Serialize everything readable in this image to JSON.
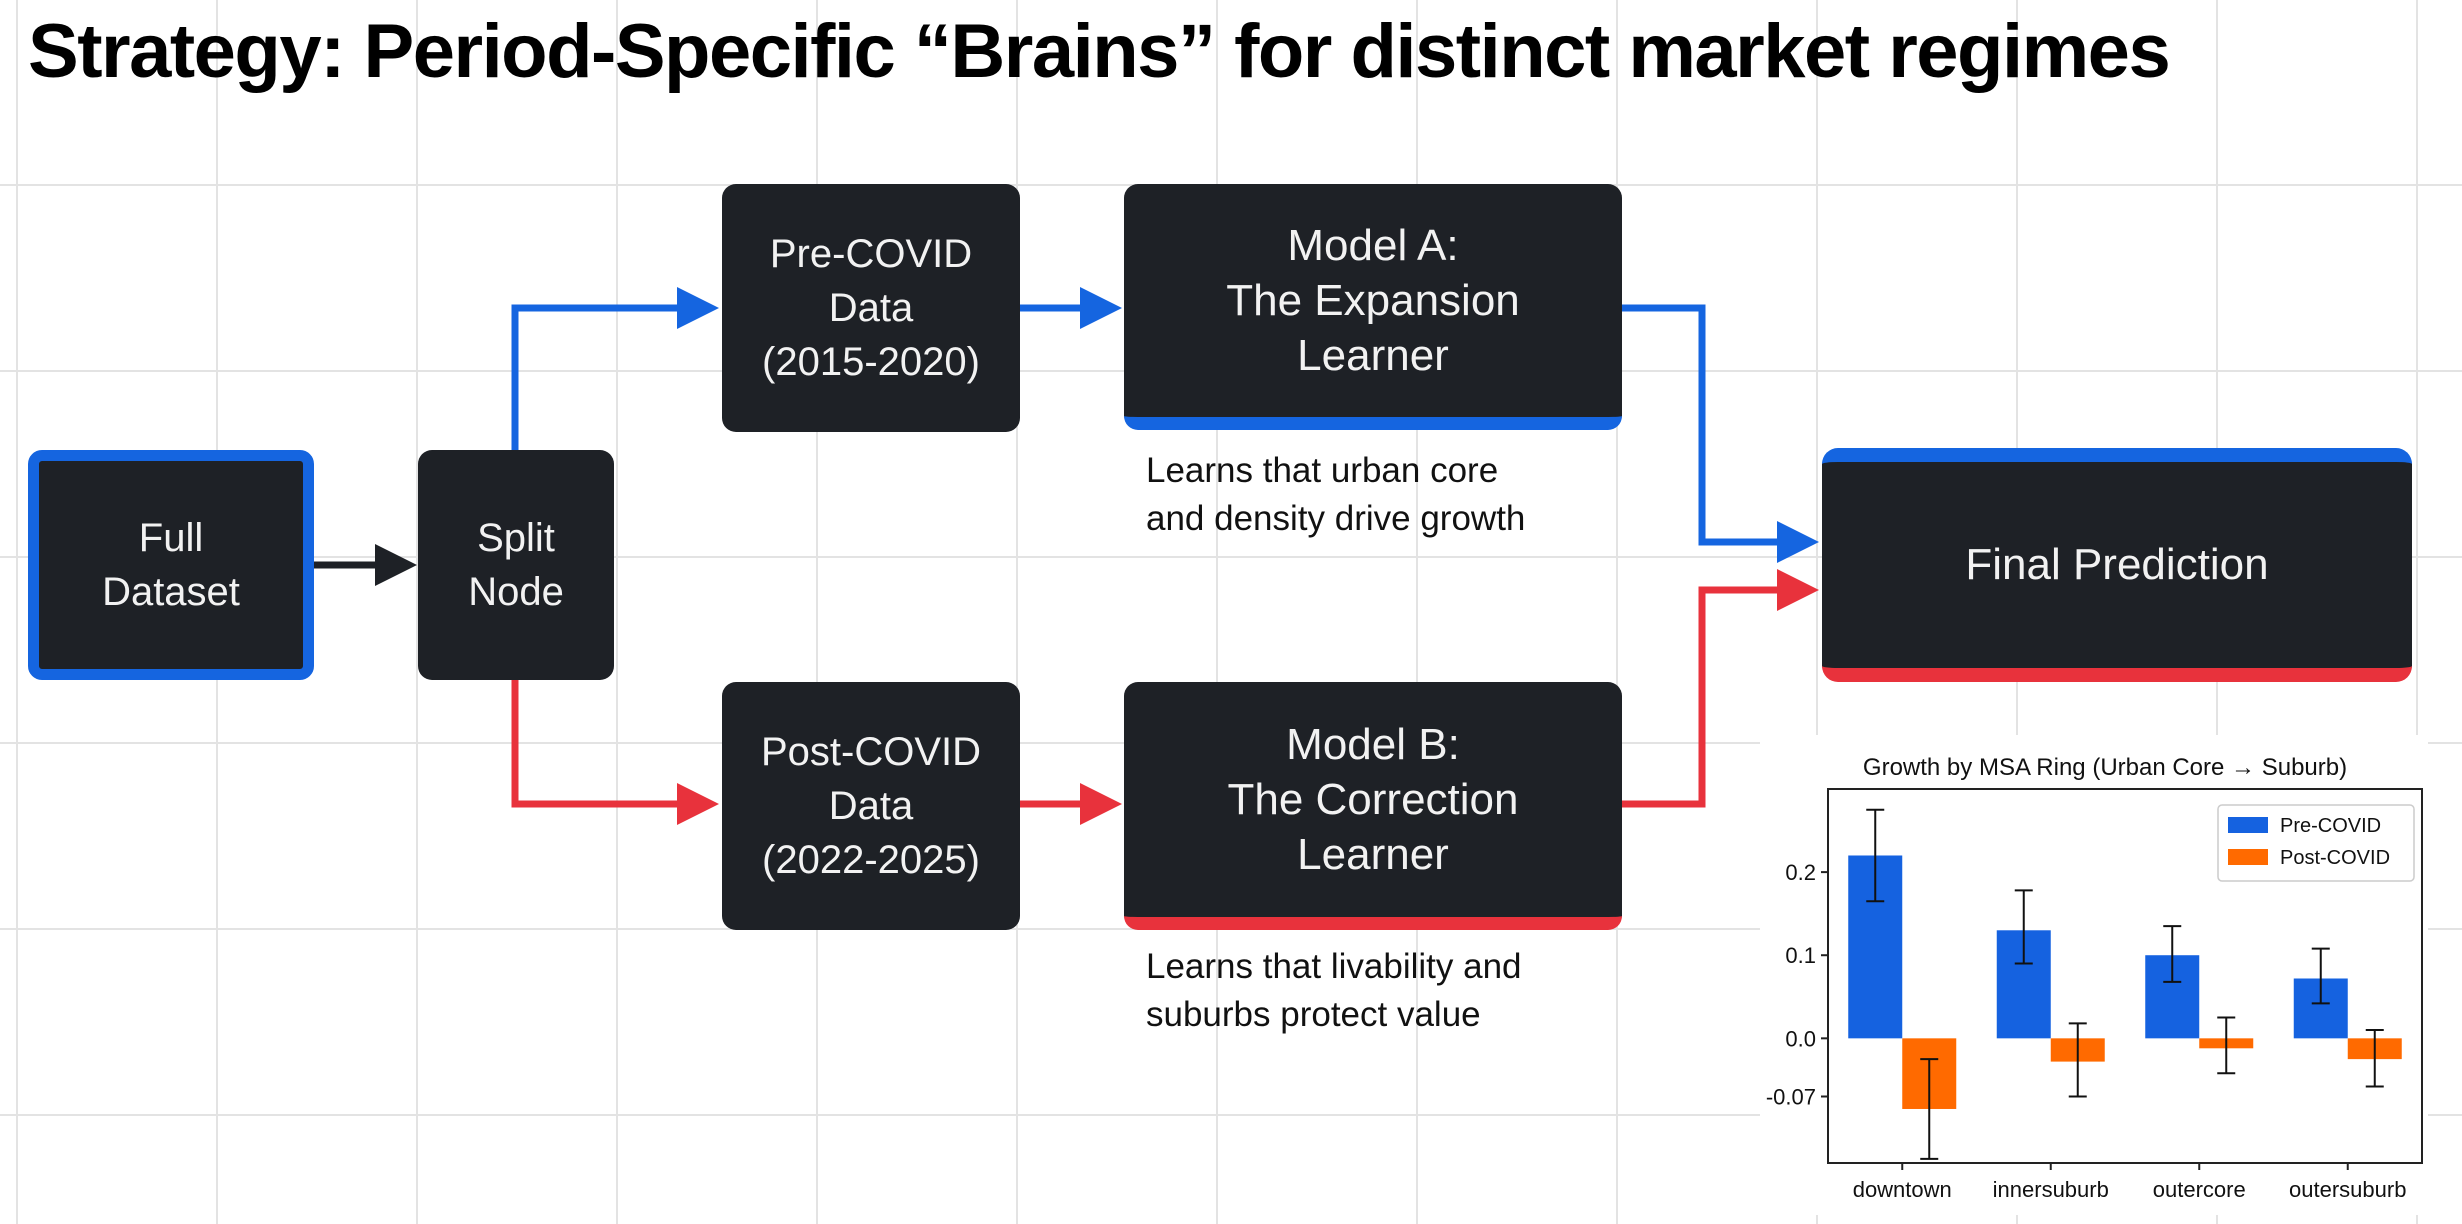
{
  "title": "Strategy: Period-Specific “Brains” for distinct market regimes",
  "nodes": {
    "full_dataset": "Full\nDataset",
    "split_node": "Split\nNode",
    "pre_covid": "Pre-COVID\nData\n(2015-2020)",
    "post_covid": "Post-COVID\nData\n(2022-2025)",
    "model_a": "Model A:\nThe Expansion\nLearner",
    "model_b": "Model B:\nThe Correction\nLearner",
    "final": "Final Prediction"
  },
  "notes": {
    "model_a": "Learns that urban core\nand density drive growth",
    "model_b": "Learns that livability and\nsuburbs protect value"
  },
  "colors": {
    "node_fill": "#1e2126",
    "blue": "#1565e0",
    "red": "#e8323c",
    "pre_covid_bar": "#1562e0",
    "post_covid_bar": "#ff6a00"
  },
  "chart_data": {
    "type": "bar",
    "title": "Growth by MSA Ring (Urban Core → Suburb)",
    "categories": [
      "downtown",
      "innersuburb",
      "outercore",
      "outersuburb"
    ],
    "series": [
      {
        "name": "Pre-COVID",
        "values": [
          0.22,
          0.13,
          0.1,
          0.072
        ],
        "err_low": [
          0.165,
          0.09,
          0.068,
          0.042
        ],
        "err_high": [
          0.275,
          0.178,
          0.135,
          0.108
        ]
      },
      {
        "name": "Post-COVID",
        "values": [
          -0.085,
          -0.028,
          -0.012,
          -0.025
        ],
        "err_low": [
          -0.145,
          -0.07,
          -0.042,
          -0.058
        ],
        "err_high": [
          -0.025,
          0.018,
          0.025,
          0.01
        ]
      }
    ],
    "yticks": [
      0.2,
      0.1,
      0.0,
      -0.07
    ],
    "ytick_labels": [
      "0.2",
      "0.1",
      "0.0",
      "-0.07"
    ],
    "ylim": [
      -0.15,
      0.3
    ],
    "xlabel": "",
    "ylabel": "",
    "legend": "top-right",
    "grid": false
  }
}
